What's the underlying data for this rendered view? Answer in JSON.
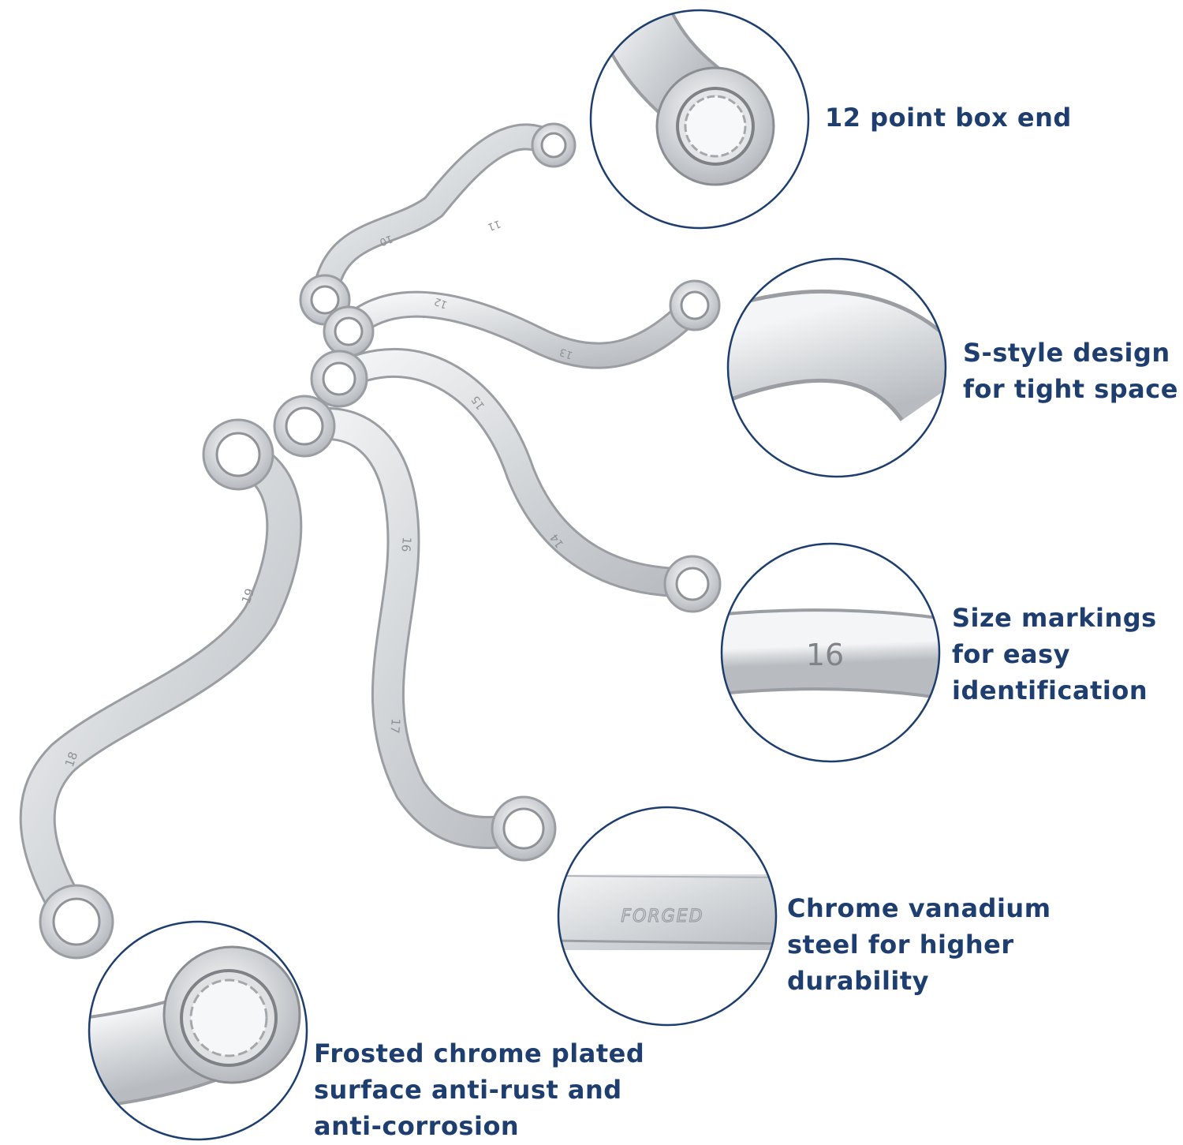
{
  "colors": {
    "circle_border": "#1d3e6e",
    "label_text": "#1d3e6e",
    "chrome_light": "#eeeff1",
    "chrome_mid": "#c6c9cd",
    "chrome_dark": "#8a8e93"
  },
  "features": [
    {
      "id": "12-point-box-end",
      "text": "12 point box end"
    },
    {
      "id": "s-style-design",
      "text": "S-style design\nfor tight space"
    },
    {
      "id": "size-markings",
      "text": "Size markings\nfor easy\nidentification"
    },
    {
      "id": "chrome-vanadium",
      "text": "Chrome vanadium\nsteel for higher\ndurability"
    },
    {
      "id": "frosted-chrome",
      "text": "Frosted chrome plated\nsurface anti-rust and\nanti-corrosion"
    }
  ],
  "wrench_size_marks": [
    "10",
    "11",
    "12",
    "13",
    "14",
    "15",
    "16",
    "17",
    "18",
    "19"
  ],
  "detail_marks": {
    "size_marking_closeup": "16",
    "steel_stamp": "FORGED"
  }
}
